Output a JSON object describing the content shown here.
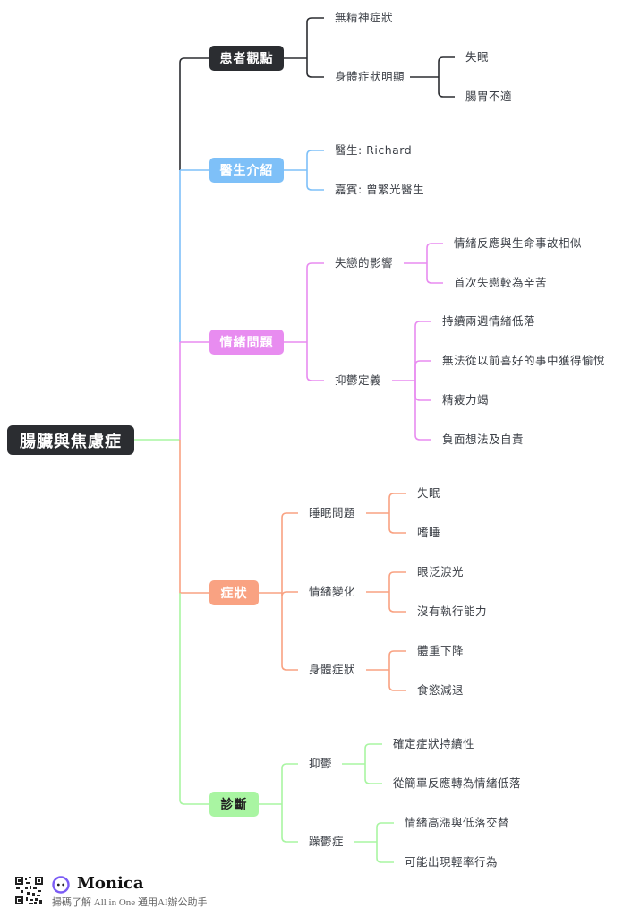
{
  "root": {
    "label": "腸臟與焦慮症"
  },
  "colors": {
    "root_bg": "#2b2d31",
    "branch_patient": "#2b2d31",
    "branch_doctor": "#7ec0f8",
    "branch_emotion": "#e88cf0",
    "branch_symptom": "#f9a282",
    "branch_diagnosis": "#a9f5a2"
  },
  "branches": [
    {
      "label": "患者觀點",
      "children": [
        {
          "label": "無精神症狀",
          "children": []
        },
        {
          "label": "身體症狀明顯",
          "children": [
            {
              "label": "失眠"
            },
            {
              "label": "腸胃不適"
            }
          ]
        }
      ]
    },
    {
      "label": "醫生介紹",
      "children": [
        {
          "label": "醫生: Richard",
          "children": []
        },
        {
          "label": "嘉賓: 曾繁光醫生",
          "children": []
        }
      ]
    },
    {
      "label": "情緒問題",
      "children": [
        {
          "label": "失戀的影響",
          "children": [
            {
              "label": "情緒反應與生命事故相似"
            },
            {
              "label": "首次失戀較為辛苦"
            }
          ]
        },
        {
          "label": "抑鬱定義",
          "children": [
            {
              "label": "持續兩週情緒低落"
            },
            {
              "label": "無法從以前喜好的事中獲得愉悅"
            },
            {
              "label": "精疲力竭"
            },
            {
              "label": "負面想法及自責"
            }
          ]
        }
      ]
    },
    {
      "label": "症狀",
      "children": [
        {
          "label": "睡眠問題",
          "children": [
            {
              "label": "失眠"
            },
            {
              "label": "嗜睡"
            }
          ]
        },
        {
          "label": "情緒變化",
          "children": [
            {
              "label": "眼泛淚光"
            },
            {
              "label": "沒有執行能力"
            }
          ]
        },
        {
          "label": "身體症狀",
          "children": [
            {
              "label": "體重下降"
            },
            {
              "label": "食慾減退"
            }
          ]
        }
      ]
    },
    {
      "label": "診斷",
      "children": [
        {
          "label": "抑鬱",
          "children": [
            {
              "label": "確定症狀持續性"
            },
            {
              "label": "從簡單反應轉為情緒低落"
            }
          ]
        },
        {
          "label": "躁鬱症",
          "children": [
            {
              "label": "情緒高漲與低落交替"
            },
            {
              "label": "可能出現輕率行為"
            }
          ]
        }
      ]
    }
  ],
  "footer": {
    "brand": "Monica",
    "tagline": "掃碼了解 All in One 通用AI辦公助手"
  }
}
